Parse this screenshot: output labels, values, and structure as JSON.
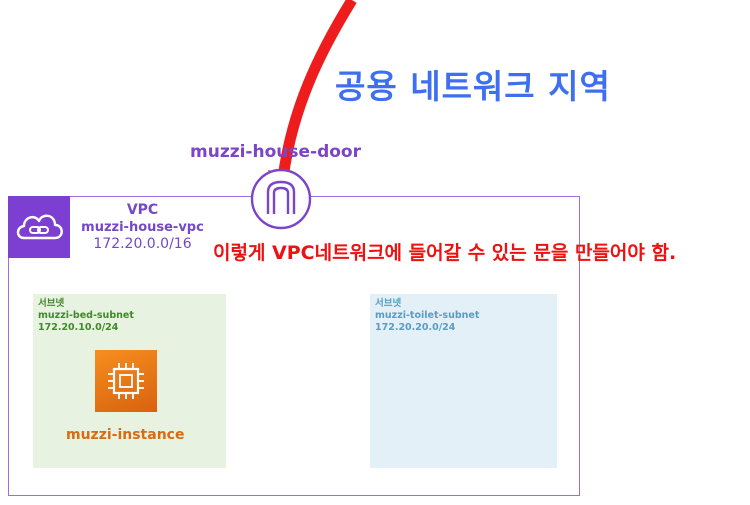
{
  "colors": {
    "public": "#3d6ff0",
    "igw": "#7b45c8",
    "vpc_border": "#9a6ee0",
    "vpc_icon_bg": "#7d3fd1",
    "vpc_text": "#7448c8",
    "annotation": "#ee1111",
    "arrow": "#ee1c1c",
    "bed_bg": "#e8f2e1",
    "bed_text": "#3f8a2a",
    "toilet_bg": "#e4f0f7",
    "toilet_text": "#5b9bc4",
    "instance": "#d96b12"
  },
  "public_network": {
    "title": "공용 네트워크 지역"
  },
  "internet_gateway": {
    "label": "muzzi-house-door",
    "icon": "internet-gateway-icon"
  },
  "vpc": {
    "icon": "vpc-cloud-icon",
    "type": "VPC",
    "name": "muzzi-house-vpc",
    "cidr": "172.20.0.0/16"
  },
  "annotation": {
    "text": "이렇게 VPC네트워크에 들어갈 수 있는 문을 만들어야 함."
  },
  "subnets": [
    {
      "kind": "서브넷",
      "name": "muzzi-bed-subnet",
      "cidr": "172.20.10.0/24"
    },
    {
      "kind": "서브넷",
      "name": "muzzi-toilet-subnet",
      "cidr": "172.20.20.0/24"
    }
  ],
  "instance": {
    "label": "muzzi-instance",
    "icon": "ec2-chip-icon"
  }
}
